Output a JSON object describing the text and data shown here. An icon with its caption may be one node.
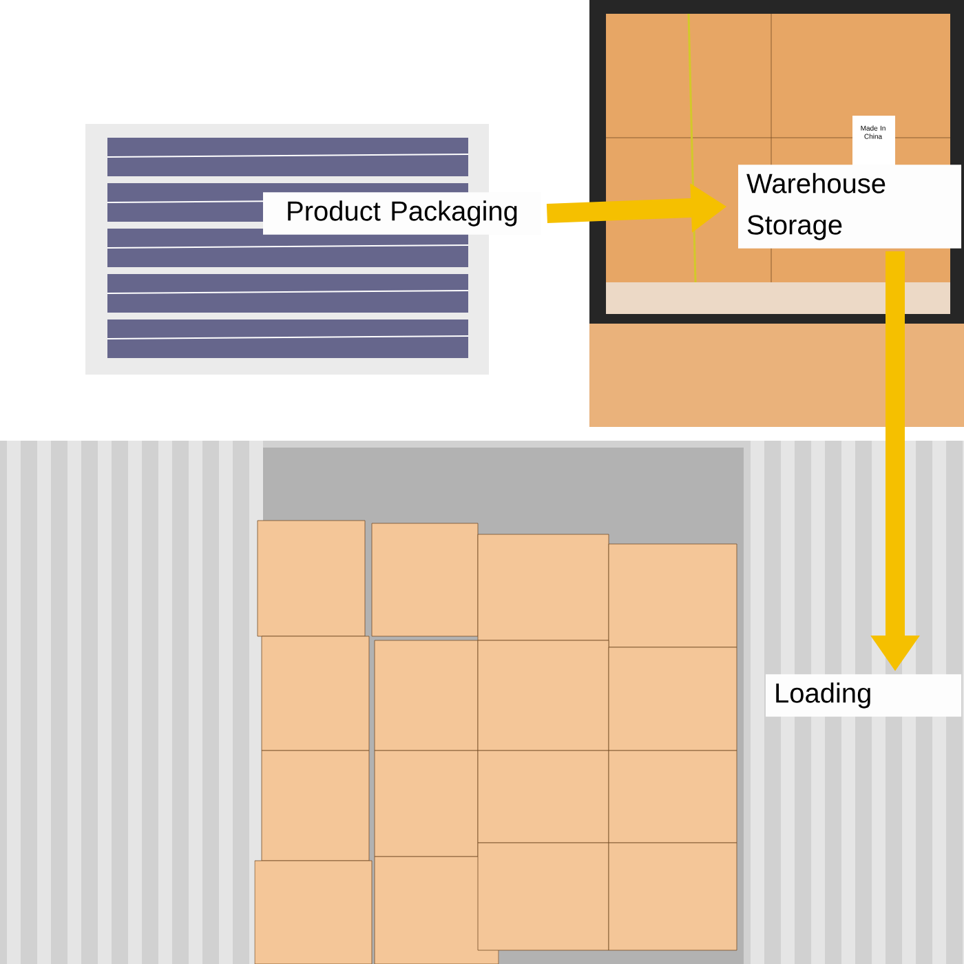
{
  "diagram": {
    "nodes": [
      {
        "text": [
          "Product Packaging"
        ]
      },
      {
        "text": [
          "Warehouse Storage"
        ]
      },
      {
        "text": [
          "Loading"
        ]
      }
    ],
    "edges": [
      {
        "from": 0,
        "to": 1,
        "arrow": "to"
      },
      {
        "from": 1,
        "to": 2,
        "arrow": "to"
      }
    ],
    "labels": [
      "Made In China"
    ]
  }
}
